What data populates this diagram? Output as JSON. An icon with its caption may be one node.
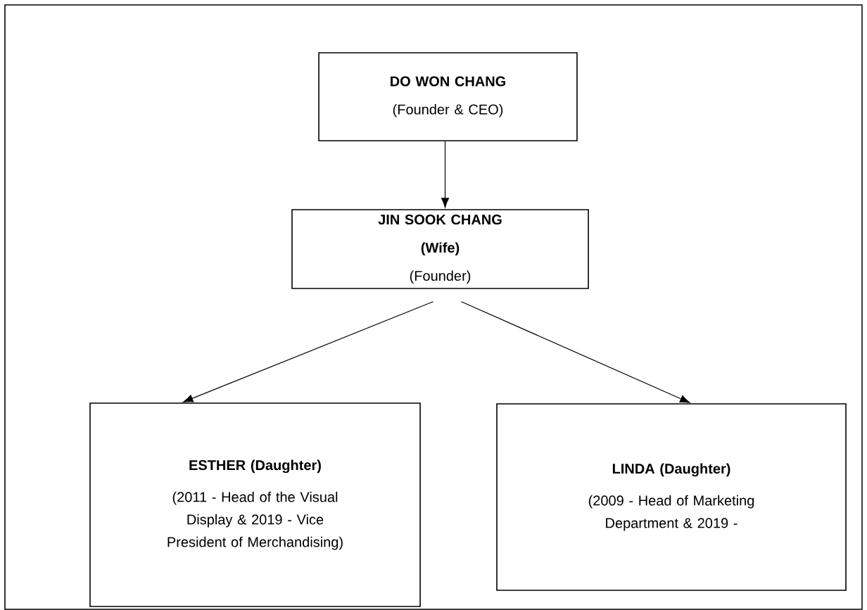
{
  "diagram": {
    "nodes": [
      {
        "text": [
          "DO WON CHANG",
          "(Founder & CEO)"
        ]
      },
      {
        "text": [
          "JIN SOOK CHANG",
          "(Wife)",
          "(Founder)"
        ]
      },
      {
        "text": [
          "ESTHER (Daughter)",
          "(2011 - Head of the Visual Display & 2019 - Vice President of Merchandising)"
        ]
      },
      {
        "text": [
          "LINDA (Daughter)",
          "(2009 - Head of Marketing Department & 2019 -"
        ]
      }
    ],
    "edges": [
      {
        "from": 0,
        "to": 1,
        "arrow": "to"
      },
      {
        "from": 1,
        "to": 2,
        "arrow": "to"
      },
      {
        "from": 1,
        "to": 3,
        "arrow": "to"
      }
    ]
  }
}
